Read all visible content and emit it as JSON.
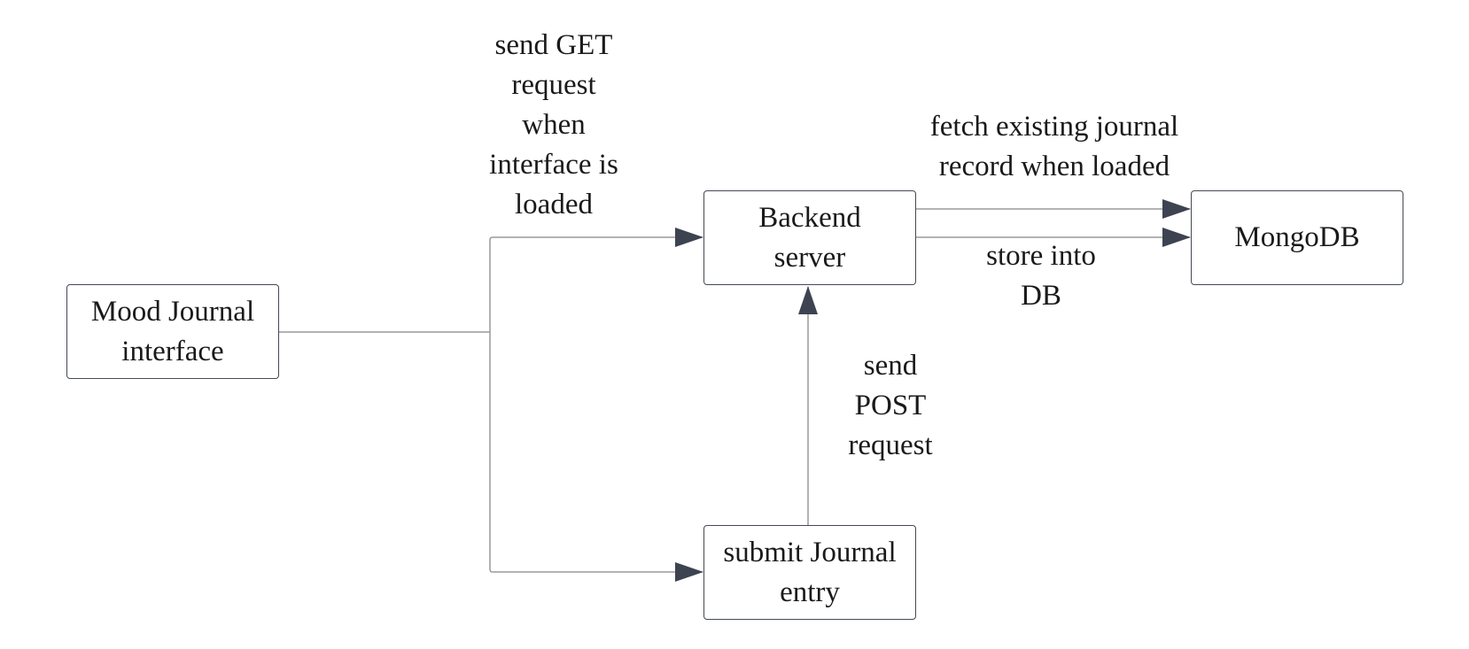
{
  "diagram": {
    "nodes": {
      "mood_journal": "Mood Journal\ninterface",
      "backend": "Backend\nserver",
      "mongodb": "MongoDB",
      "submit": "submit Journal\nentry"
    },
    "edges": {
      "get_request": "send GET\nrequest\nwhen\ninterface is\nloaded",
      "fetch": "fetch existing journal\nrecord when loaded",
      "store": "store into\nDB",
      "post": "send\nPOST\nrequest"
    },
    "colors": {
      "line": "#9a9a9a",
      "arrowhead": "#3d4350",
      "border": "#444a52"
    }
  }
}
